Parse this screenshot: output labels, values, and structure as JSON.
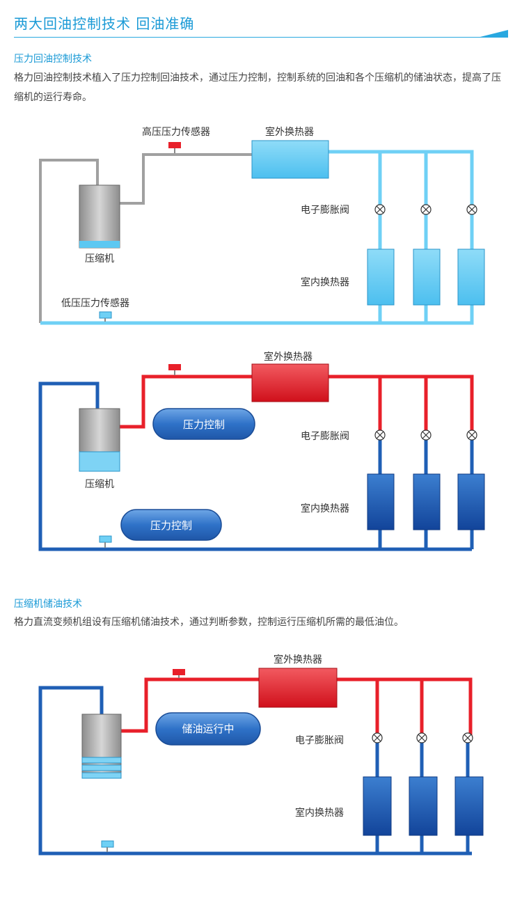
{
  "page": {
    "title": "两大回油控制技术  回油准确"
  },
  "section1": {
    "title": "压力回油控制技术",
    "description": "格力回油控制技术植入了压力控制回油技术，通过压力控制，控制系统的回油和各个压缩机的储油状态，提高了压缩机的运行寿命。"
  },
  "section2": {
    "title": "压缩机储油技术",
    "description": "格力直流变频机组设有压缩机储油技术，通过判断参数，控制运行压缩机所需的最低油位。"
  },
  "diagram1": {
    "high_sensor": "高压压力传感器",
    "outdoor_hx": "室外换热器",
    "exv": "电子膨胀阀",
    "compressor": "压缩机",
    "indoor_hx": "室内换热器",
    "low_sensor": "低压压力传感器"
  },
  "diagram2": {
    "outdoor_hx": "室外换热器",
    "pill1": "压力控制",
    "pill2": "压力控制",
    "exv": "电子膨胀阀",
    "compressor": "压缩机",
    "indoor_hx": "室内换热器"
  },
  "diagram3": {
    "outdoor_hx": "室外换热器",
    "pill": "储油运行中",
    "exv": "电子膨胀阀",
    "indoor_hx": "室内换热器"
  },
  "colors": {
    "accent": "#1a9ad6",
    "pipe_light": "#6fd0f5",
    "pipe_red": "#e8202a",
    "pipe_blue": "#1f5fb5",
    "pipe_gray": "#9a9a9a"
  }
}
